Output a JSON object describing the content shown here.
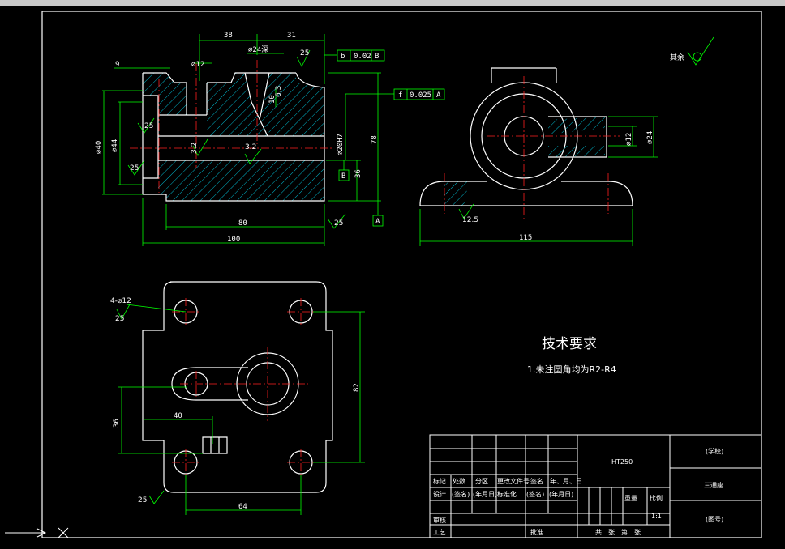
{
  "colors": {
    "background": "#000000",
    "outline": "#ffffff",
    "dimension": "#00ff00",
    "centerline": "#ff2020",
    "hatch": "#00e5ff",
    "ucs": "#ffff00"
  },
  "front_view": {
    "dims": {
      "top_left": "38",
      "top_right": "31",
      "left_small": "9",
      "bore12": "⌀12",
      "counterbore": "⌀24深",
      "depth": "10",
      "d40": "⌀40",
      "d44": "⌀44",
      "d20": "⌀20H7",
      "h78": "78",
      "h36": "36",
      "w80": "80",
      "w100": "100"
    },
    "roughness": {
      "r1": "25",
      "r2": "25",
      "r3": "25",
      "r4": "3.2",
      "r5": "3.2",
      "r6": "6.3",
      "r7": "25"
    },
    "tolerance_b": {
      "symbol": "b",
      "value": "0.02",
      "datum": "B"
    },
    "tolerance_f": {
      "symbol": "f",
      "value": "0.025",
      "datum": "A"
    },
    "datum_B": "B",
    "datum_A": "A"
  },
  "side_view": {
    "dims": {
      "d12": "⌀12",
      "d24": "⌀24",
      "w115": "115"
    },
    "roughness": "12.5"
  },
  "top_view": {
    "dims": {
      "holes": "4-⌀12",
      "holes_r": "25",
      "h82": "82",
      "h36": "36",
      "w40": "40",
      "w64": "64",
      "r25": "25"
    }
  },
  "other_roughness": "其余",
  "tech_req": {
    "title": "技术要求",
    "item1": "1.未注圆角均为R2-R4"
  },
  "title_block": {
    "material": "HT250",
    "school": "(学校)",
    "part_name": "三通座",
    "drawing_no": "(图号)",
    "scale_label": "比例",
    "weight_label": "重量",
    "scale": "1:1",
    "sheets": "共　张　第　张",
    "r1": [
      "标记",
      "处数",
      "分区",
      "更改文件号",
      "签名",
      "年、月、日"
    ],
    "r2": [
      "设计",
      "(签名)",
      "(年月日)",
      "标准化",
      "(签名)",
      "(年月日)"
    ],
    "r3_left": "审核",
    "r4_left": "工艺",
    "r4_mid": "批准"
  }
}
